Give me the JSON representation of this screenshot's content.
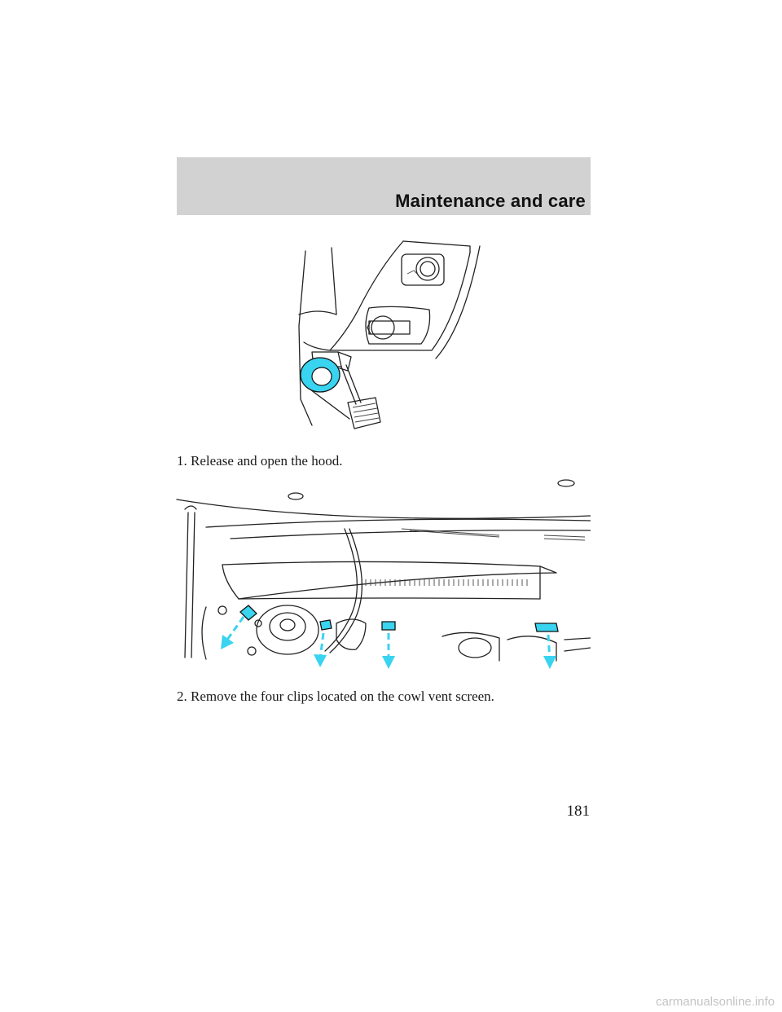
{
  "header": {
    "section_title": "Maintenance and care"
  },
  "steps": [
    {
      "text": "1. Release and open the hood."
    },
    {
      "text": "2. Remove the four clips located on the cowl vent screen."
    }
  ],
  "page_number": "181",
  "footer": {
    "watermark": "carmanualsonline.info"
  },
  "colors": {
    "highlight": "#39d4ef",
    "header_band": "#d2d2d2"
  }
}
